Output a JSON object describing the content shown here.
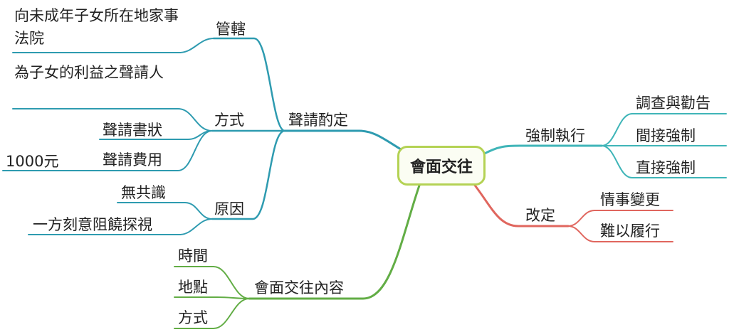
{
  "central": "會面交往",
  "colors": {
    "teal": "#2e9bb0",
    "cyan": "#3fb5b8",
    "red": "#e0665e",
    "green": "#62ad45",
    "center_border": "#b4d254"
  },
  "branches": {
    "petition": {
      "label": "聲請酌定",
      "jurisdiction": {
        "label": "管轄",
        "child": "向未成年子女所在地家事法院"
      },
      "method": {
        "label": "方式",
        "children": [
          "為子女的利益之聲請人",
          "聲請書狀",
          "聲請費用"
        ],
        "fee": "1000元"
      },
      "reason": {
        "label": "原因",
        "children": [
          "無共識",
          "一方刻意阻饒探視"
        ]
      }
    },
    "content": {
      "label": "會面交往內容",
      "children": [
        "時間",
        "地點",
        "方式"
      ]
    },
    "enforce": {
      "label": "強制執行",
      "children": [
        "調查與勸告",
        "間接強制",
        "直接強制"
      ]
    },
    "change": {
      "label": "改定",
      "children": [
        "情事變更",
        "難以履行"
      ]
    }
  }
}
